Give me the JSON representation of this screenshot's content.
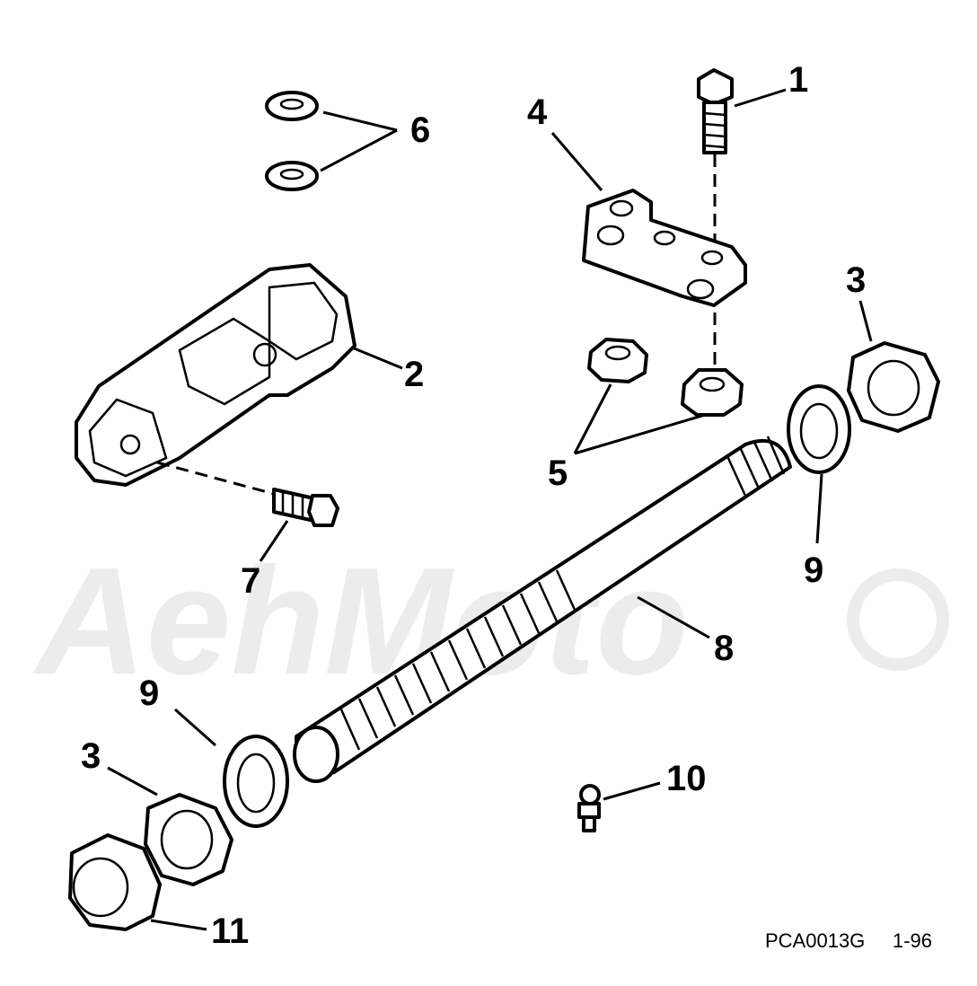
{
  "watermark": {
    "text": "AehMoto",
    "color": "#ececec"
  },
  "callouts": {
    "c1": "1",
    "c2": "2",
    "c3a": "3",
    "c3b": "3",
    "c4": "4",
    "c5": "5",
    "c6": "6",
    "c7": "7",
    "c8": "8",
    "c9a": "9",
    "c9b": "9",
    "c10": "10",
    "c11": "11"
  },
  "footer": {
    "code": "PCA0013G",
    "date": "1-96"
  },
  "parts": {
    "p1": "bolt-icon",
    "p2": "steering-bracket-icon",
    "p3": "hex-nut-icon",
    "p4": "link-arm-icon",
    "p5": "lock-nut-icon",
    "p6": "washer-icon",
    "p7": "screw-icon",
    "p8": "threaded-tube-icon",
    "p9": "flat-washer-icon",
    "p10": "grease-fitting-icon",
    "p11": "cap-nut-icon"
  }
}
